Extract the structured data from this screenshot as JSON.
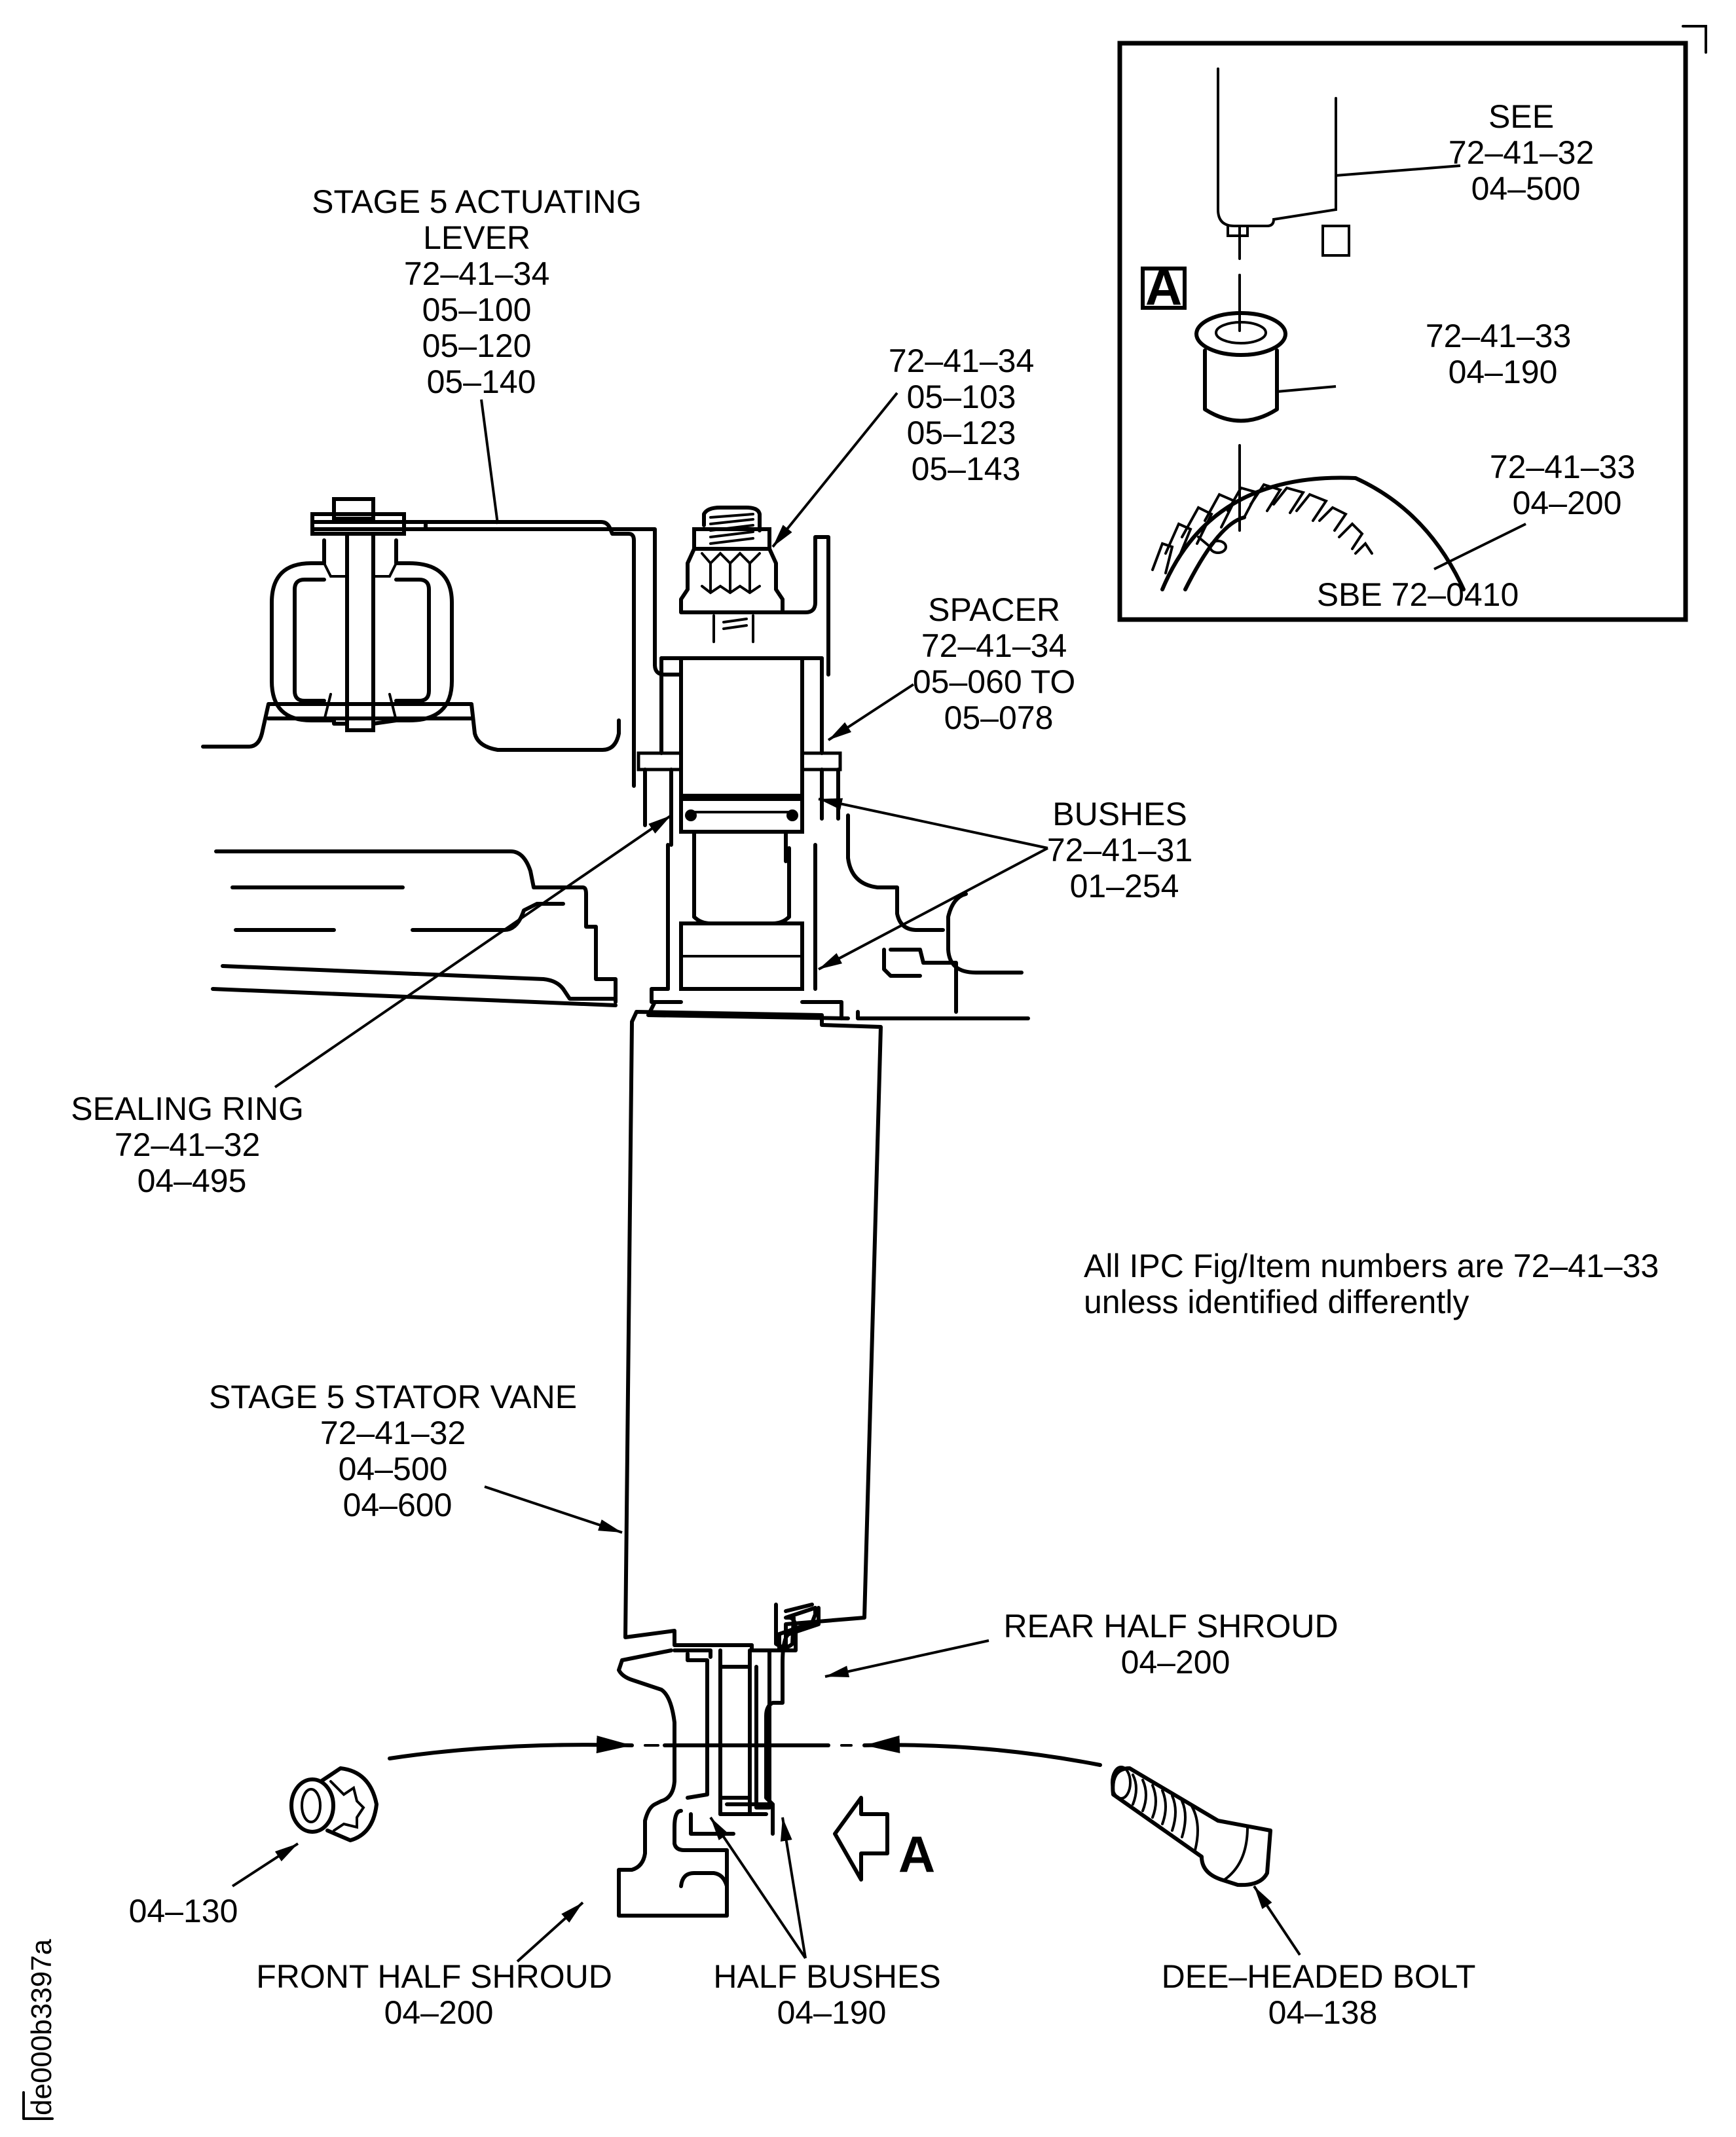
{
  "figure_id": "de000b3397a",
  "note": {
    "line1": "All IPC Fig/Item numbers are 72–41–33",
    "line2": "unless identified differently"
  },
  "callouts": {
    "actuating_lever": [
      "STAGE 5 ACTUATING",
      "LEVER",
      "72–41–34",
      "05–100",
      "05–120",
      "05–140"
    ],
    "nut": [
      "72–41–34",
      "05–103",
      "05–123",
      "05–143"
    ],
    "spacer": [
      "SPACER",
      "72–41–34",
      "05–060 TO",
      "05–078"
    ],
    "bushes": [
      "BUSHES",
      "72–41–31",
      "01–254"
    ],
    "sealing_ring": [
      "SEALING RING",
      "72–41–32",
      "04–495"
    ],
    "stator_vane": [
      "STAGE 5 STATOR VANE",
      "72–41–32",
      "04–500",
      "04–600"
    ],
    "rear_half_shroud": [
      "REAR HALF SHROUD",
      "04–200"
    ],
    "self_locking_nut": [
      "04–130"
    ],
    "front_half_shroud": [
      "FRONT HALF SHROUD",
      "04–200"
    ],
    "half_bushes": [
      "HALF BUSHES",
      "04–190"
    ],
    "dee_headed_bolt": [
      "DEE–HEADED BOLT",
      "04–138"
    ]
  },
  "view_arrow_label": "A",
  "detail_view": {
    "label": "A",
    "vane_ref": [
      "SEE",
      "72–41–32",
      "04–500"
    ],
    "half_bush_ref": [
      "72–41–33",
      "04–190"
    ],
    "shroud_ref": [
      "72–41–33",
      "04–200"
    ],
    "caption": "SBE 72–0410"
  }
}
